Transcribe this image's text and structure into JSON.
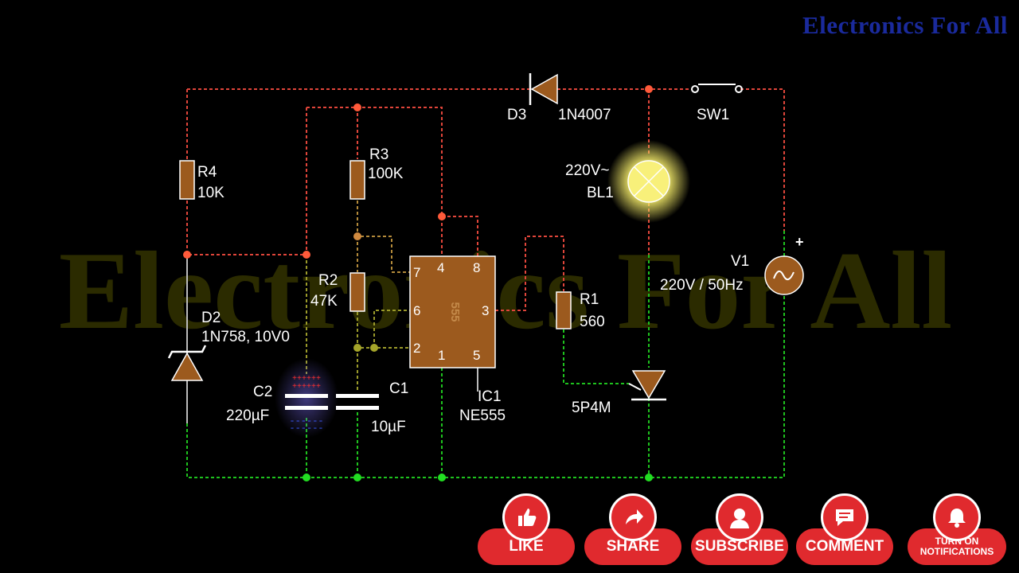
{
  "brand": "Electronics For All",
  "watermark": "Electronics For All",
  "components": {
    "d3": {
      "ref": "D3",
      "value": "1N4007"
    },
    "sw1": {
      "ref": "SW1"
    },
    "r4": {
      "ref": "R4",
      "value": "10K"
    },
    "r3": {
      "ref": "R3",
      "value": "100K"
    },
    "r2": {
      "ref": "R2",
      "value": "47K"
    },
    "r1": {
      "ref": "R1",
      "value": "560"
    },
    "bl1": {
      "ref": "BL1",
      "value": "220V~"
    },
    "v1": {
      "ref": "V1",
      "value": "220V / 50Hz",
      "polarity": "+"
    },
    "d2": {
      "ref": "D2",
      "value": "1N758, 10V0"
    },
    "c2": {
      "ref": "C2",
      "value": "220µF"
    },
    "c1": {
      "ref": "C1",
      "value": "10µF"
    },
    "ic1": {
      "ref": "IC1",
      "value": "NE555",
      "body": "555",
      "pins": {
        "p4": "4",
        "p8": "8",
        "p7": "7",
        "p6": "6",
        "p3": "3",
        "p2": "2",
        "p1": "1",
        "p5": "5"
      }
    },
    "scr": {
      "ref": "5P4M"
    }
  },
  "actions": {
    "like": "LIKE",
    "share": "SHARE",
    "subscribe": "SUBSCRIBE",
    "comment": "COMMENT",
    "notify_line1": "TURN ON",
    "notify_line2": "NOTIFICATIONS"
  },
  "colors": {
    "wire_high": "#e0453a",
    "wire_low": "#1ec21e",
    "wire_mid": "#9a8a2a",
    "component": "#9c5a1e",
    "lamp_glow": "#fff59a",
    "brand": "#1a2a9c",
    "button_red": "#e02a2e"
  }
}
